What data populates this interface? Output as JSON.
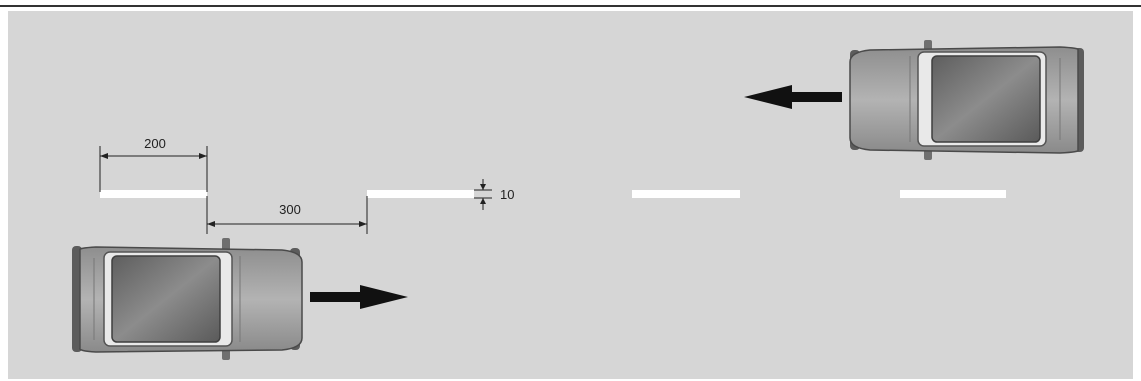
{
  "diagram": {
    "dimensions": {
      "dash_length": "200",
      "gap_length": "300",
      "line_width": "10"
    },
    "colors": {
      "road": "#d6d6d6",
      "border": "#333333",
      "marking": "#ffffff",
      "arrow": "#111111",
      "car_body": "#a9a9a9",
      "car_glass": "#7d7d7d"
    },
    "vehicles": [
      {
        "direction": "right",
        "lane": "lower"
      },
      {
        "direction": "left",
        "lane": "upper"
      }
    ]
  }
}
